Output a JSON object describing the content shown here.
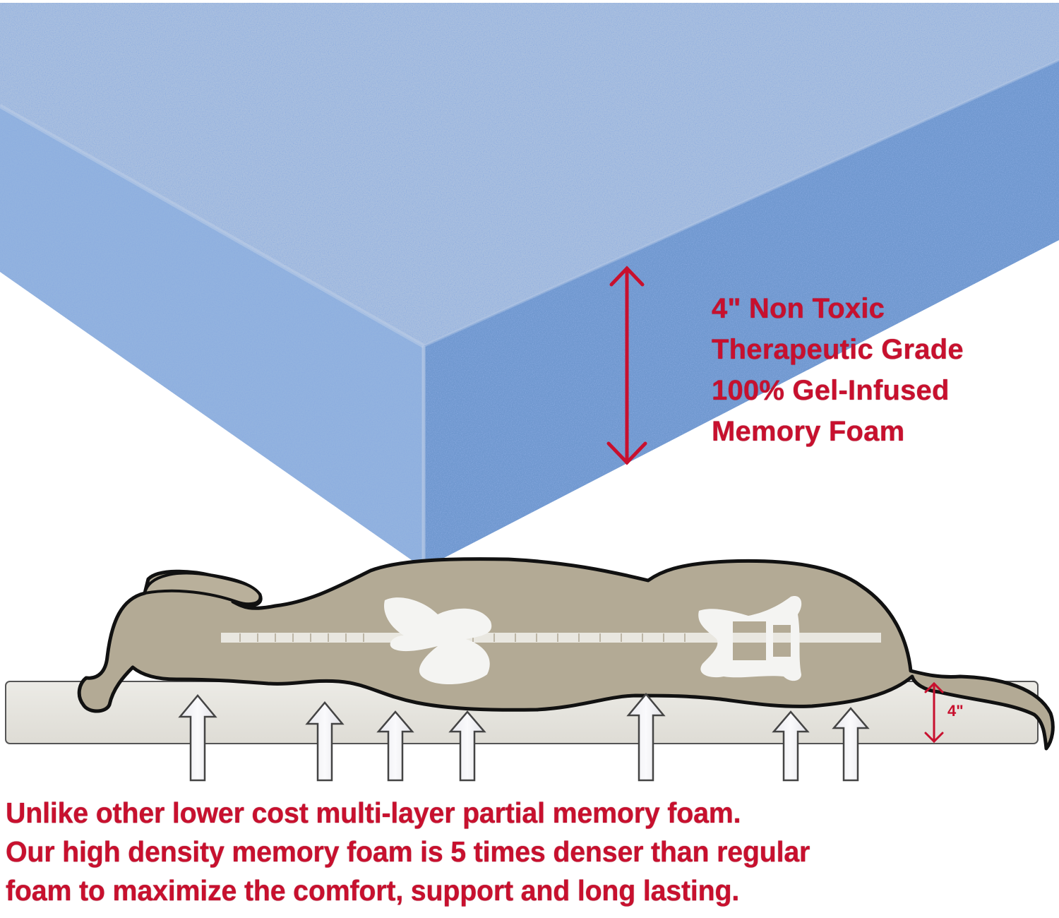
{
  "product_image": {
    "subject": "Gel-infused memory foam slab with dog sleeping on mattress diagram",
    "colors": {
      "text_red": "#c8102e",
      "foam_top": "#a9bfdf",
      "foam_front": "#6f98cf",
      "foam_side": "#8fb0dc",
      "dog_body": "#b3aa95",
      "bone_white": "#f4f4f2",
      "mattress": "#e9e7e2"
    }
  },
  "foam_callout": {
    "line1": "4\" Non Toxic",
    "line2": "Therapeutic Grade",
    "line3": "100% Gel-Infused",
    "line4": "Memory Foam"
  },
  "mattress_diagram": {
    "thickness_label": "4\"",
    "support_arrows": 7
  },
  "description": {
    "line1": "Unlike other lower cost multi-layer partial memory foam.",
    "line2": "Our high density memory foam is 5 times denser than regular",
    "line3": "foam to maximize the comfort, support and long lasting."
  }
}
